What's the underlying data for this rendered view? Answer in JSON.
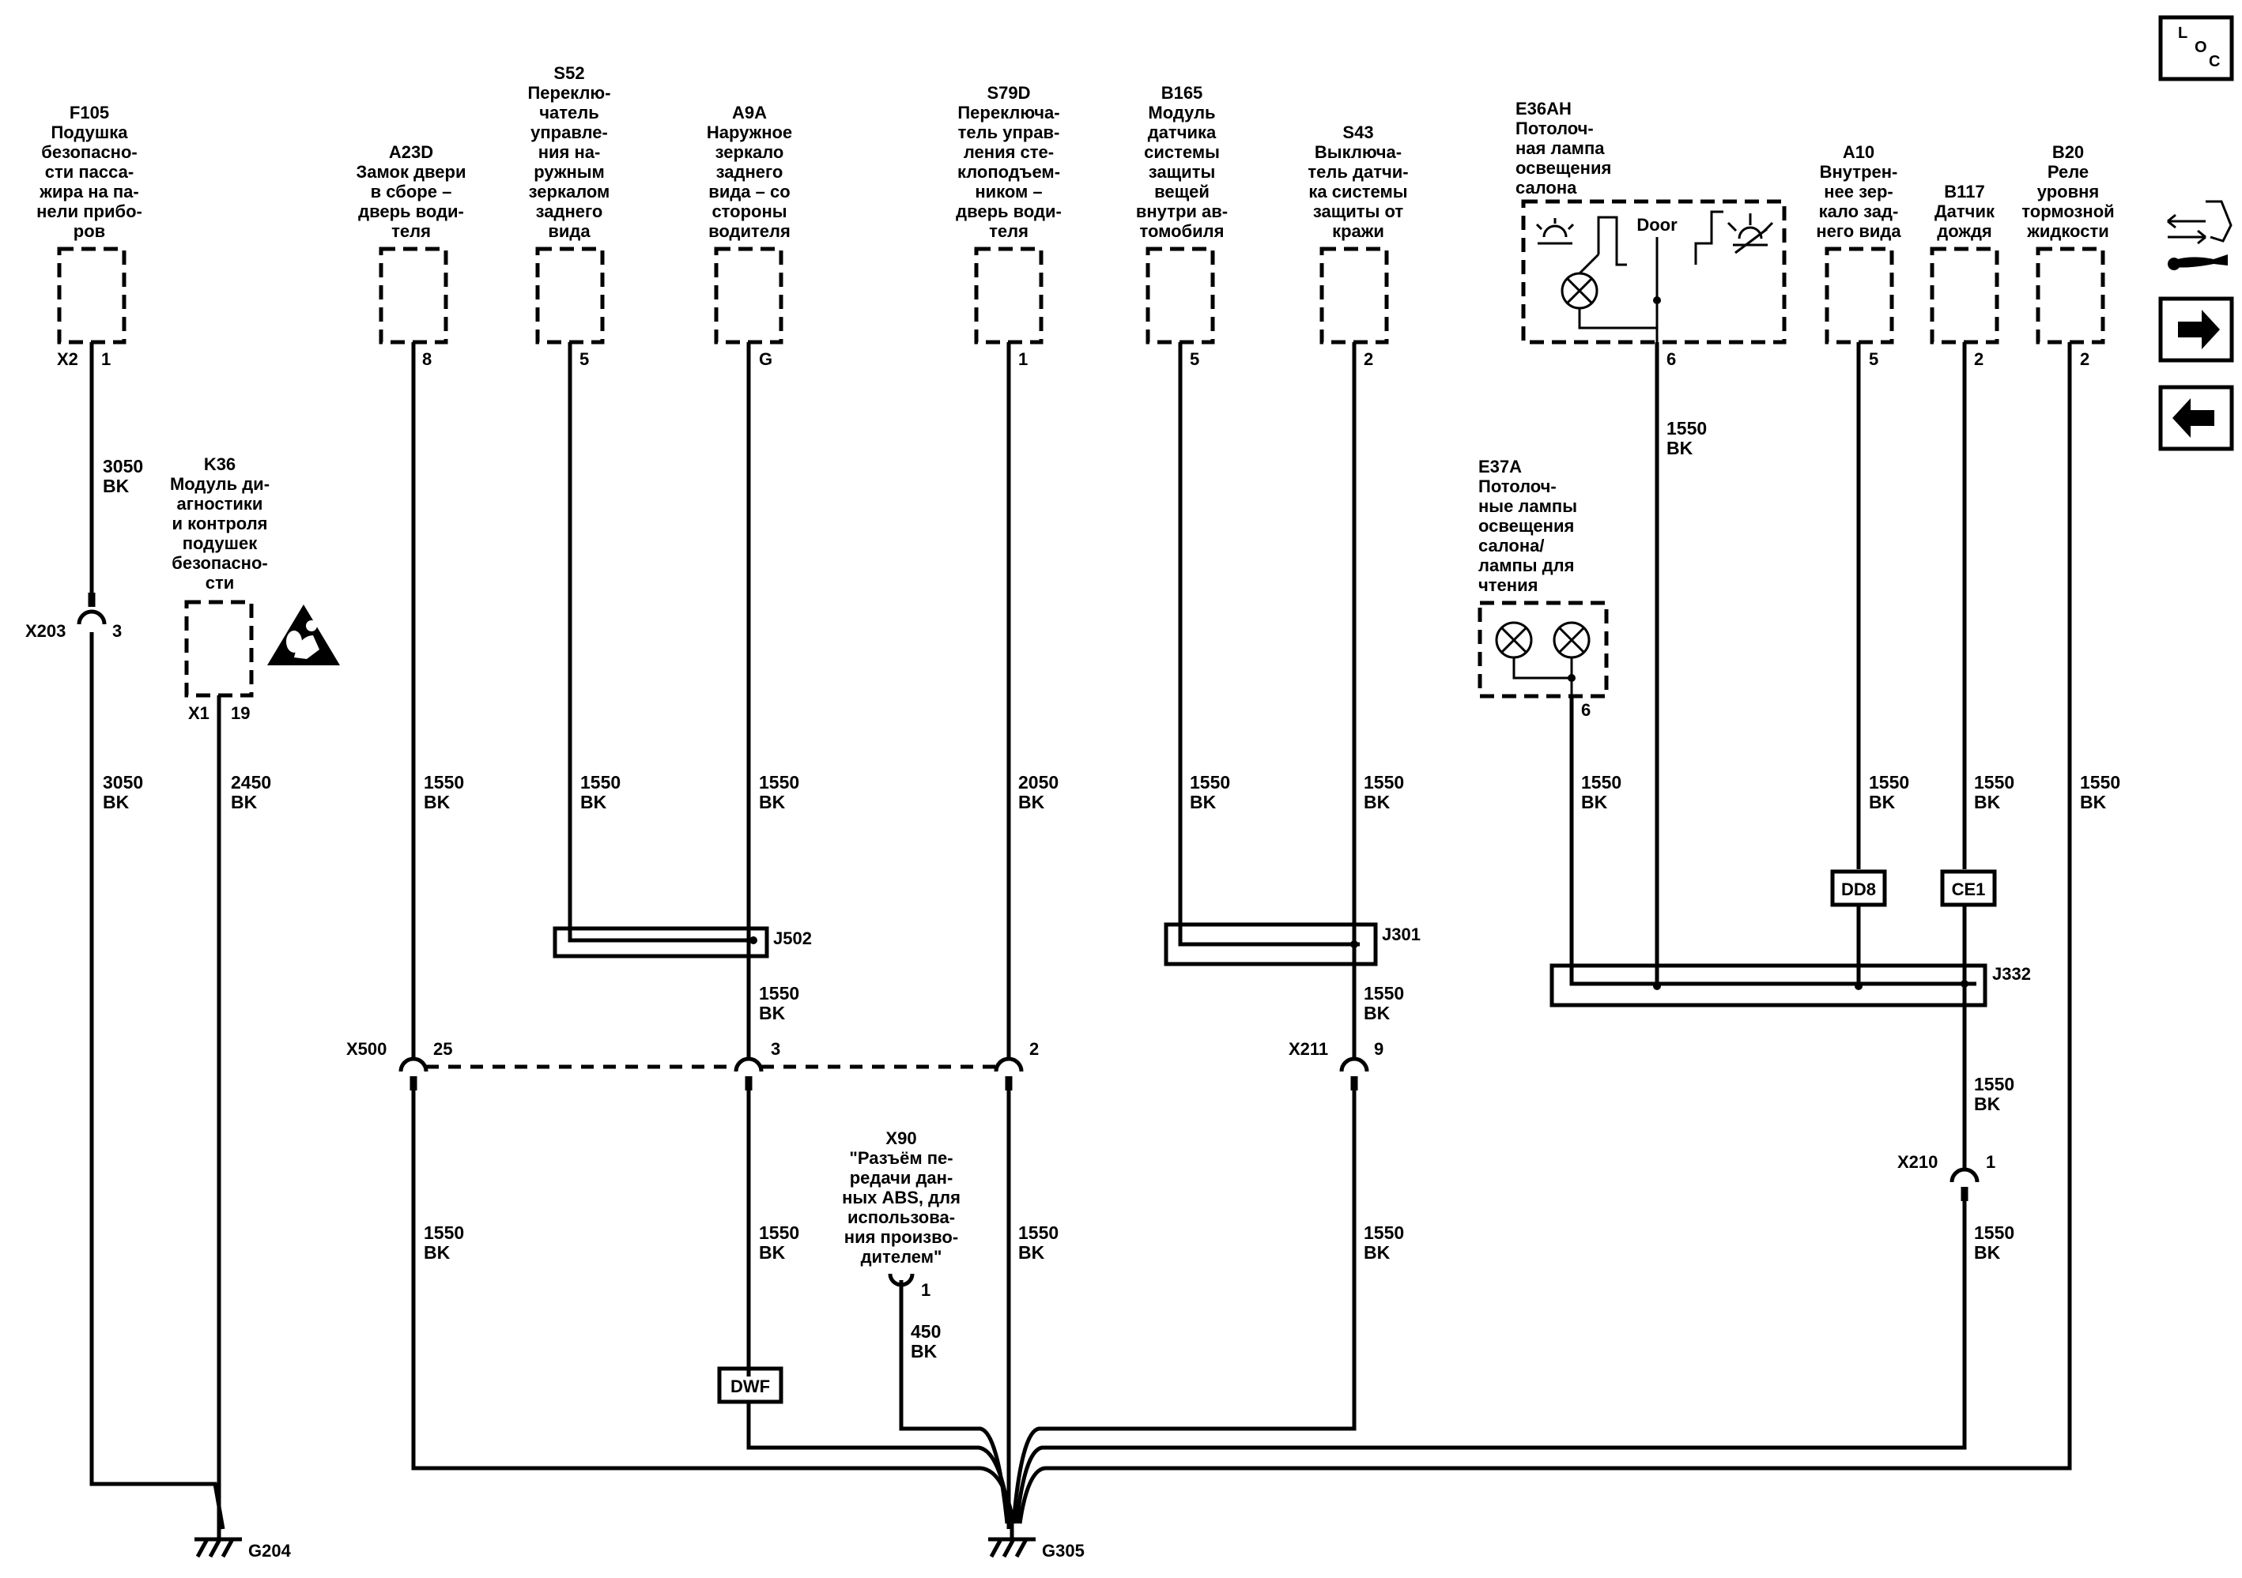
{
  "components": {
    "f105": {
      "id": "F105",
      "lines": [
        "Подушка",
        "безопасно-",
        "сти пасса-",
        "жира на па-",
        "нели прибо-",
        "ров"
      ],
      "conn": "X2",
      "pin": "1"
    },
    "a23d": {
      "id": "A23D",
      "lines": [
        "Замок двери",
        "в сборе –",
        "дверь води-",
        "теля"
      ],
      "pin": "8"
    },
    "s52": {
      "id": "S52",
      "lines": [
        "Переклю-",
        "чатель",
        "управле-",
        "ния на-",
        "ружным",
        "зеркалом",
        "заднего",
        "вида"
      ],
      "pin": "5"
    },
    "a9a": {
      "id": "A9A",
      "lines": [
        "Наружное",
        "зеркало",
        "заднего",
        "вида – со",
        "стороны",
        "водителя"
      ],
      "pin": "G"
    },
    "s79d": {
      "id": "S79D",
      "lines": [
        "Переключа-",
        "тель управ-",
        "ления сте-",
        "клоподъем-",
        "ником –",
        "дверь води-",
        "теля"
      ],
      "pin": "1"
    },
    "b165": {
      "id": "B165",
      "lines": [
        "Модуль",
        "датчика",
        "системы",
        "защиты",
        "вещей",
        "внутри ав-",
        "томобиля"
      ],
      "pin": "5"
    },
    "s43": {
      "id": "S43",
      "lines": [
        "Выключа-",
        "тель датчи-",
        "ка системы",
        "защиты от",
        "кражи"
      ],
      "pin": "2"
    },
    "e36ah": {
      "id": "E36AH",
      "lines": [
        "Потолоч-",
        "ная лампа",
        "освещения",
        "салона"
      ],
      "door": "Door",
      "pin": "6"
    },
    "a10": {
      "id": "A10",
      "lines": [
        "Внутрен-",
        "нее зер-",
        "кало зад-",
        "него вида"
      ],
      "pin": "5"
    },
    "b117": {
      "id": "B117",
      "lines": [
        "Датчик",
        "дождя"
      ],
      "pin": "2"
    },
    "b20": {
      "id": "B20",
      "lines": [
        "Реле",
        "уровня",
        "тормозной",
        "жидкости"
      ],
      "pin": "2"
    },
    "k36": {
      "id": "K36",
      "lines": [
        "Модуль ди-",
        "агностики",
        "и контроля",
        "подушек",
        "безопасно-",
        "сти"
      ],
      "conn": "X1",
      "pin": "19"
    },
    "e37a": {
      "id": "E37A",
      "lines": [
        "Потолоч-",
        "ные лампы",
        "освещения",
        "салона/",
        "лампы для",
        "чтения"
      ],
      "pin": "6"
    },
    "x90": {
      "id": "X90",
      "lines": [
        "\"Разъём пе-",
        "редачи дан-",
        "ных ABS, для",
        "использова-",
        "ния произво-",
        "дителем\""
      ],
      "pin": "1"
    }
  },
  "wires": {
    "w3050a": [
      "3050",
      "BK"
    ],
    "w3050b": [
      "3050",
      "BK"
    ],
    "w2450": [
      "2450",
      "BK"
    ],
    "w1550a23": [
      "1550",
      "BK"
    ],
    "w1550s52": [
      "1550",
      "BK"
    ],
    "w1550a9a": [
      "1550",
      "BK"
    ],
    "w2050": [
      "2050",
      "BK"
    ],
    "w1550b165": [
      "1550",
      "BK"
    ],
    "w1550s43": [
      "1550",
      "BK"
    ],
    "w1550e36": [
      "1550",
      "BK"
    ],
    "w1550e37": [
      "1550",
      "BK"
    ],
    "w1550a10": [
      "1550",
      "BK"
    ],
    "w1550b117": [
      "1550",
      "BK"
    ],
    "w1550b20": [
      "1550",
      "BK"
    ],
    "w1550j502": [
      "1550",
      "BK"
    ],
    "w1550j301": [
      "1550",
      "BK"
    ],
    "w1550j332": [
      "1550",
      "BK"
    ],
    "w1550x500": [
      "1550",
      "BK"
    ],
    "w1550x500b": [
      "1550",
      "BK"
    ],
    "w1550x500c": [
      "1550",
      "BK"
    ],
    "w450": [
      "450",
      "BK"
    ],
    "w1550x211": [
      "1550",
      "BK"
    ],
    "w1550x210": [
      "1550",
      "BK"
    ]
  },
  "connectors": {
    "x203": {
      "name": "X203",
      "pin": "3"
    },
    "x500": {
      "name": "X500",
      "pin25": "25",
      "pin3": "3",
      "pin2": "2"
    },
    "x211": {
      "name": "X211",
      "pin": "9"
    },
    "x210": {
      "name": "X210",
      "pin": "1"
    }
  },
  "splices": {
    "j502": "J502",
    "j301": "J301",
    "j332": "J332"
  },
  "tags": {
    "dd8": "DD8",
    "ce1": "CE1",
    "dwf": "DWF"
  },
  "grounds": {
    "g204": "G204",
    "g305": "G305"
  },
  "nav": {
    "loc_l": "L",
    "loc_o": "O",
    "loc_c": "C"
  }
}
